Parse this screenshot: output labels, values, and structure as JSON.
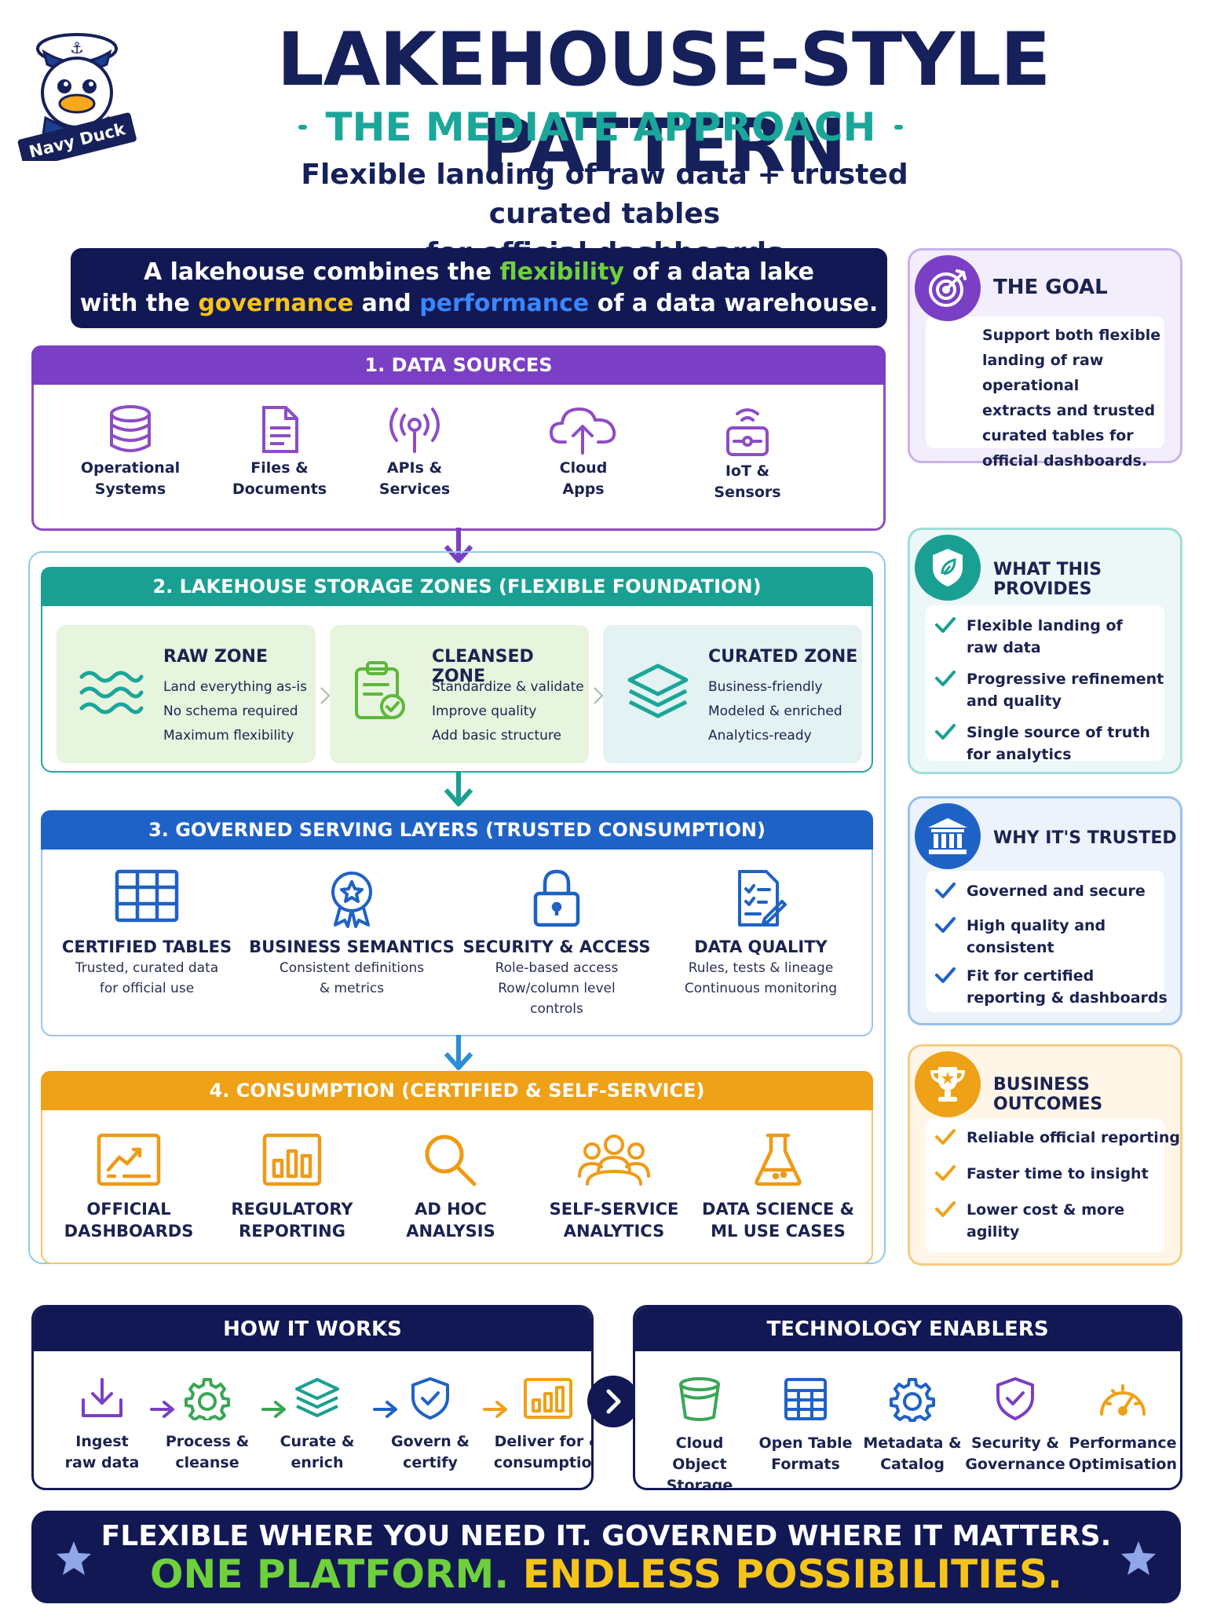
{
  "header": {
    "logo_text": "Navy Duck",
    "title": "LAKEHOUSE-STYLE PATTERN",
    "subtitle": "THE MEDIATE APPROACH",
    "tagline_line1": "Flexible landing of raw data + trusted curated tables",
    "tagline_line2": "for official dashboards"
  },
  "intro": {
    "line1_a": "A lakehouse combines the ",
    "line1_hl": "flexibility",
    "line1_b": " of a data lake",
    "line2_a": "with the ",
    "line2_hl1": "governance",
    "line2_mid": " and ",
    "line2_hl2": "performance",
    "line2_b": " of a data warehouse."
  },
  "data_sources": {
    "title": "1. DATA SOURCES",
    "items": [
      {
        "line1": "Operational",
        "line2": "Systems",
        "icon": "database-icon"
      },
      {
        "line1": "Files &",
        "line2": "Documents",
        "icon": "document-icon"
      },
      {
        "line1": "APIs &",
        "line2": "Services",
        "icon": "broadcast-icon"
      },
      {
        "line1": "Cloud",
        "line2": "Apps",
        "icon": "cloud-upload-icon"
      },
      {
        "line1": "IoT &",
        "line2": "Sensors",
        "icon": "iot-sensor-icon"
      }
    ]
  },
  "storage_zones": {
    "title": "2. LAKEHOUSE STORAGE ZONES (FLEXIBLE FOUNDATION)",
    "zones": [
      {
        "title": "RAW ZONE",
        "lines": [
          "Land everything as-is",
          "No schema required",
          "Maximum flexibility"
        ],
        "icon": "waves-icon"
      },
      {
        "title": "CLEANSED ZONE",
        "lines": [
          "Standardize & validate",
          "Improve quality",
          "Add basic structure"
        ],
        "icon": "clipboard-check-icon"
      },
      {
        "title": "CURATED ZONE",
        "lines": [
          "Business-friendly",
          "Modeled & enriched",
          "Analytics-ready"
        ],
        "icon": "layers-icon"
      }
    ]
  },
  "serving_layers": {
    "title": "3. GOVERNED SERVING LAYERS (TRUSTED CONSUMPTION)",
    "items": [
      {
        "title": "CERTIFIED TABLES",
        "lines": [
          "Trusted, curated data",
          "for official use"
        ],
        "icon": "table-icon"
      },
      {
        "title": "BUSINESS SEMANTICS",
        "lines": [
          "Consistent definitions",
          "& metrics"
        ],
        "icon": "award-badge-icon"
      },
      {
        "title": "SECURITY & ACCESS",
        "lines": [
          "Role-based access",
          "Row/column level",
          "controls"
        ],
        "icon": "lock-icon"
      },
      {
        "title": "DATA QUALITY",
        "lines": [
          "Rules, tests & lineage",
          "Continuous monitoring"
        ],
        "icon": "checklist-icon"
      }
    ]
  },
  "consumption": {
    "title": "4. CONSUMPTION (CERTIFIED & SELF-SERVICE)",
    "items": [
      {
        "line1": "OFFICIAL",
        "line2": "DASHBOARDS",
        "icon": "dashboard-icon"
      },
      {
        "line1": "REGULATORY",
        "line2": "REPORTING",
        "icon": "bar-report-icon"
      },
      {
        "line1": "AD HOC",
        "line2": "ANALYSIS",
        "icon": "magnifier-icon"
      },
      {
        "line1": "SELF-SERVICE",
        "line2": "ANALYTICS",
        "icon": "users-icon"
      },
      {
        "line1": "DATA SCIENCE &",
        "line2": "ML USE CASES",
        "icon": "flask-icon"
      }
    ]
  },
  "goal": {
    "title": "THE GOAL",
    "text_lines": [
      "Support both flexible",
      "landing of raw operational",
      "extracts and trusted",
      "curated tables for",
      "official dashboards."
    ]
  },
  "provides": {
    "title": "WHAT THIS PROVIDES",
    "items": [
      {
        "l1": "Flexible landing of",
        "l2": "raw data"
      },
      {
        "l1": "Progressive refinement",
        "l2": "and quality"
      },
      {
        "l1": "Single source of truth",
        "l2": "for analytics"
      }
    ]
  },
  "trusted": {
    "title": "WHY IT'S TRUSTED",
    "items": [
      {
        "l1": "Governed and secure",
        "l2": ""
      },
      {
        "l1": "High quality and",
        "l2": "consistent"
      },
      {
        "l1": "Fit for certified",
        "l2": "reporting & dashboards"
      }
    ]
  },
  "outcomes": {
    "title": "BUSINESS OUTCOMES",
    "items": [
      {
        "l1": "Reliable official reporting",
        "l2": ""
      },
      {
        "l1": "Faster time to insight",
        "l2": ""
      },
      {
        "l1": "Lower cost & more",
        "l2": "agility"
      }
    ]
  },
  "how_it_works": {
    "title": "HOW IT WORKS",
    "steps": [
      {
        "l1": "Ingest",
        "l2": "raw data",
        "icon": "ingest-icon"
      },
      {
        "l1": "Process &",
        "l2": "cleanse",
        "icon": "gear-icon"
      },
      {
        "l1": "Curate &",
        "l2": "enrich",
        "icon": "layers-icon"
      },
      {
        "l1": "Govern &",
        "l2": "certify",
        "icon": "shield-check-icon"
      },
      {
        "l1": "Deliver for &",
        "l2": "consumption",
        "icon": "bar-chart-icon"
      }
    ]
  },
  "tech_enablers": {
    "title": "TECHNOLOGY ENABLERS",
    "items": [
      {
        "l1": "Cloud",
        "l2": "Object Storage",
        "icon": "bucket-icon"
      },
      {
        "l1": "Open Table",
        "l2": "Formats",
        "icon": "table-icon"
      },
      {
        "l1": "Metadata &",
        "l2": "Catalog",
        "icon": "gear-icon"
      },
      {
        "l1": "Security &",
        "l2": "Governance",
        "icon": "shield-check-icon"
      },
      {
        "l1": "Performance",
        "l2": "Optimisation",
        "icon": "gauge-icon"
      }
    ]
  },
  "footer": {
    "line1": "FLEXIBLE WHERE YOU NEED IT. GOVERNED WHERE IT MATTERS.",
    "line2_a": "ONE PLATFORM.",
    "line2_b": " ENDLESS POSSIBILITIES."
  },
  "colors": {
    "navy": "#121853",
    "teal": "#1ba69a",
    "purple": "#7a3fc4",
    "blue": "#1f62c6",
    "orange": "#efa117",
    "green": "#6ed13b",
    "yellow": "#f5c418"
  }
}
